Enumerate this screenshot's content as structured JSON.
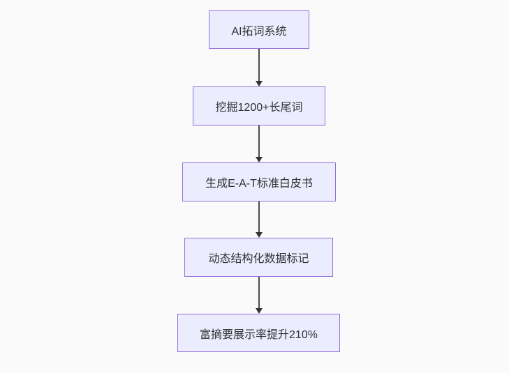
{
  "diagram": {
    "type": "flowchart",
    "direction": "top-down",
    "nodes": [
      {
        "id": "1",
        "label": "AI拓词系统"
      },
      {
        "id": "2",
        "label": "挖掘1200+长尾词"
      },
      {
        "id": "3",
        "label": "生成E-A-T标准白皮书"
      },
      {
        "id": "4",
        "label": "动态结构化数据标记"
      },
      {
        "id": "5",
        "label": "富摘要展示率提升210%"
      }
    ],
    "edges": [
      {
        "from": "1",
        "to": "2"
      },
      {
        "from": "2",
        "to": "3"
      },
      {
        "from": "3",
        "to": "4"
      },
      {
        "from": "4",
        "to": "5"
      }
    ],
    "colors": {
      "node_fill": "#ececff",
      "node_border": "#9370db",
      "text": "#333333",
      "arrow": "#333333",
      "background": "#fafafa"
    }
  }
}
